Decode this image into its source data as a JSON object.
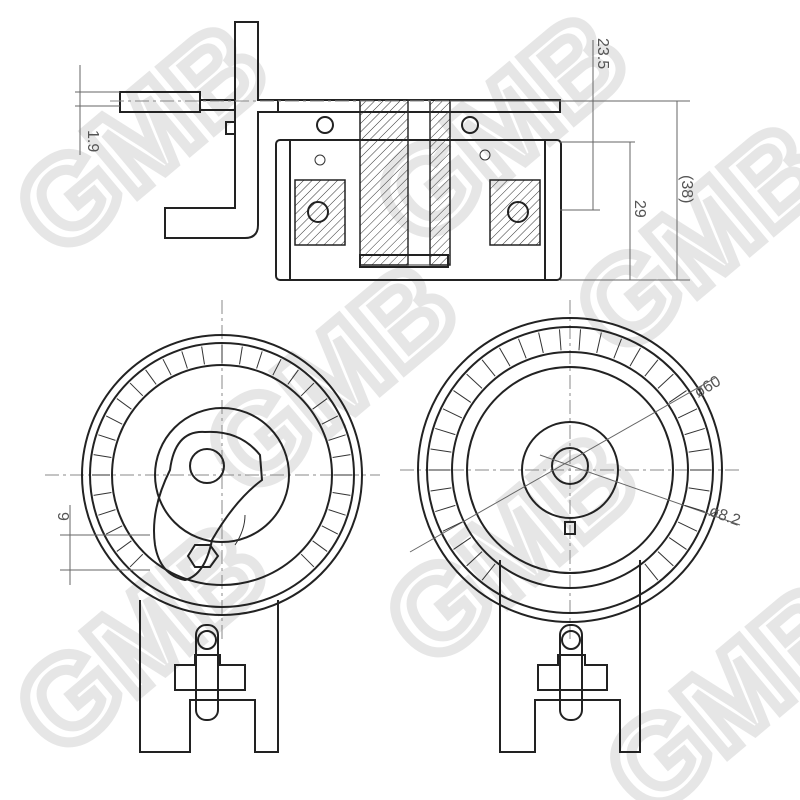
{
  "watermark": "GMB",
  "dimensions": {
    "top_height": "23.5",
    "flange_thickness": "1.9",
    "roller_width": "29",
    "overall_height": "(38)",
    "pulley_diameter": "ø60",
    "bore_diameter": "ø8.2",
    "offset": "9"
  }
}
